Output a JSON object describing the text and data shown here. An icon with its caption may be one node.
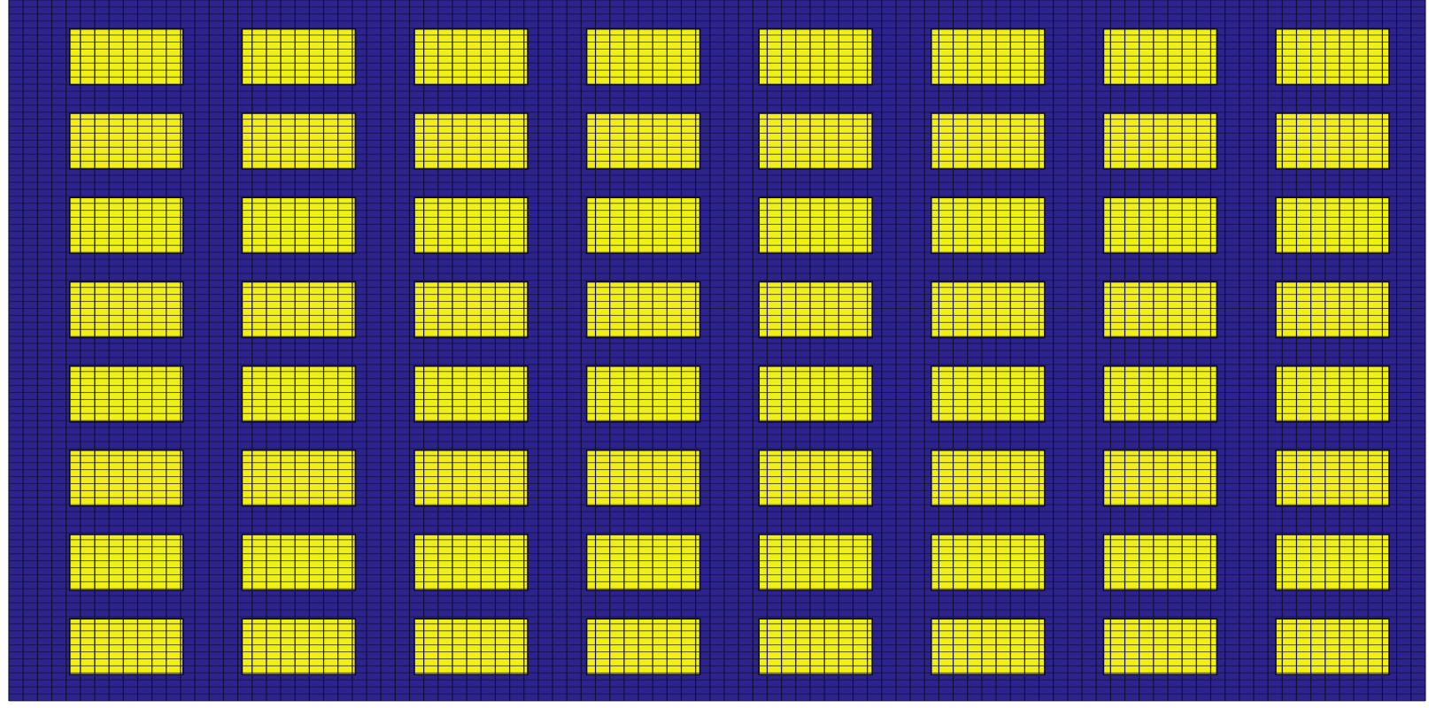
{
  "diagram": {
    "nodes": [
      {
        "text": [],
        "shape": "box"
      },
      {
        "text": [],
        "shape": "box"
      },
      {
        "text": [],
        "shape": "box"
      },
      {
        "text": [],
        "shape": "box"
      },
      {
        "text": [],
        "shape": "box"
      },
      {
        "text": [],
        "shape": "box"
      },
      {
        "text": [],
        "shape": "box"
      },
      {
        "text": [],
        "shape": "box"
      },
      {
        "text": [],
        "shape": "box"
      },
      {
        "text": [],
        "shape": "box"
      },
      {
        "text": [],
        "shape": "box"
      },
      {
        "text": [],
        "shape": "box"
      },
      {
        "text": [],
        "shape": "box"
      },
      {
        "text": [],
        "shape": "box"
      },
      {
        "text": [],
        "shape": "box"
      },
      {
        "text": [],
        "shape": "box"
      },
      {
        "text": [],
        "shape": "box"
      },
      {
        "text": [],
        "shape": "box"
      },
      {
        "text": [],
        "shape": "box"
      },
      {
        "text": [],
        "shape": "box"
      },
      {
        "text": [],
        "shape": "box"
      },
      {
        "text": [],
        "shape": "box"
      },
      {
        "text": [],
        "shape": "box"
      },
      {
        "text": [],
        "shape": "box"
      },
      {
        "text": [],
        "shape": "box"
      },
      {
        "text": [],
        "shape": "box"
      },
      {
        "text": [],
        "shape": "box"
      },
      {
        "text": [],
        "shape": "box"
      },
      {
        "text": [],
        "shape": "box"
      },
      {
        "text": [],
        "shape": "box"
      },
      {
        "text": [],
        "shape": "box"
      },
      {
        "text": [],
        "shape": "box"
      },
      {
        "text": [],
        "shape": "box"
      },
      {
        "text": [],
        "shape": "box"
      },
      {
        "text": [],
        "shape": "box"
      },
      {
        "text": [],
        "shape": "box"
      },
      {
        "text": [],
        "shape": "box"
      },
      {
        "text": [],
        "shape": "box"
      },
      {
        "text": [],
        "shape": "box"
      },
      {
        "text": [],
        "shape": "box"
      },
      {
        "text": [],
        "shape": "box"
      },
      {
        "text": [],
        "shape": "box"
      },
      {
        "text": [],
        "shape": "box"
      },
      {
        "text": [],
        "shape": "box"
      },
      {
        "text": [],
        "shape": "box"
      },
      {
        "text": [],
        "shape": "box"
      },
      {
        "text": [],
        "shape": "box"
      },
      {
        "text": [],
        "shape": "box"
      },
      {
        "text": [],
        "shape": "box"
      },
      {
        "text": [],
        "shape": "box"
      },
      {
        "text": [],
        "shape": "box"
      },
      {
        "text": [],
        "shape": "box"
      },
      {
        "text": [],
        "shape": "box"
      },
      {
        "text": [],
        "shape": "box"
      },
      {
        "text": [],
        "shape": "box"
      },
      {
        "text": [],
        "shape": "box"
      },
      {
        "text": [],
        "shape": "box"
      },
      {
        "text": [],
        "shape": "box"
      },
      {
        "text": [],
        "shape": "box"
      },
      {
        "text": [],
        "shape": "box"
      },
      {
        "text": [],
        "shape": "box"
      },
      {
        "text": [],
        "shape": "box"
      },
      {
        "text": [],
        "shape": "box"
      },
      {
        "text": [],
        "shape": "box"
      }
    ]
  }
}
